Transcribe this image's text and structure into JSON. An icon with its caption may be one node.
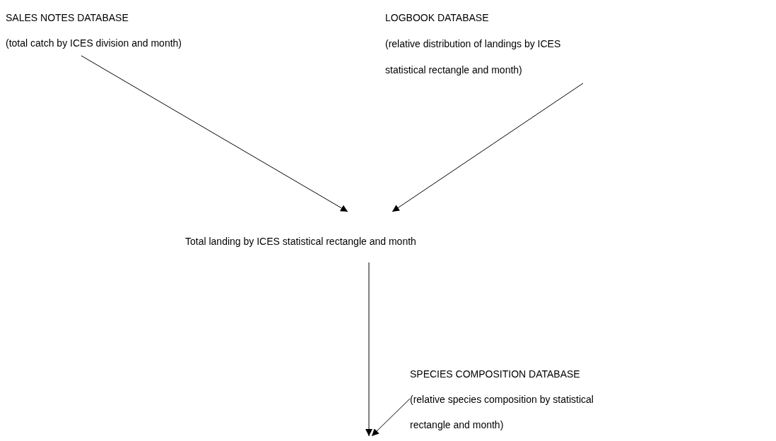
{
  "diagram": {
    "nodes": [
      {
        "text": [
          "SALES NOTES DATABASE",
          "(total catch by ICES division and month)"
        ]
      },
      {
        "text": [
          "LOGBOOK DATABASE",
          "(relative distribution of landings by ICES statistical rectangle and month)"
        ]
      },
      {
        "text": [
          "Total landing by ICES statistical rectangle and month"
        ]
      },
      {
        "text": [
          "SPECIES COMPOSITION DATABASE",
          "(relative species composition by statistical rectangle and month)"
        ]
      }
    ],
    "edges": [
      {
        "from": 0,
        "to": 2,
        "arrow": "to"
      },
      {
        "from": 1,
        "to": 2,
        "arrow": "to"
      },
      {
        "from": 2,
        "to": null,
        "arrow": "to"
      },
      {
        "from": 3,
        "to": null,
        "arrow": "to"
      }
    ]
  }
}
